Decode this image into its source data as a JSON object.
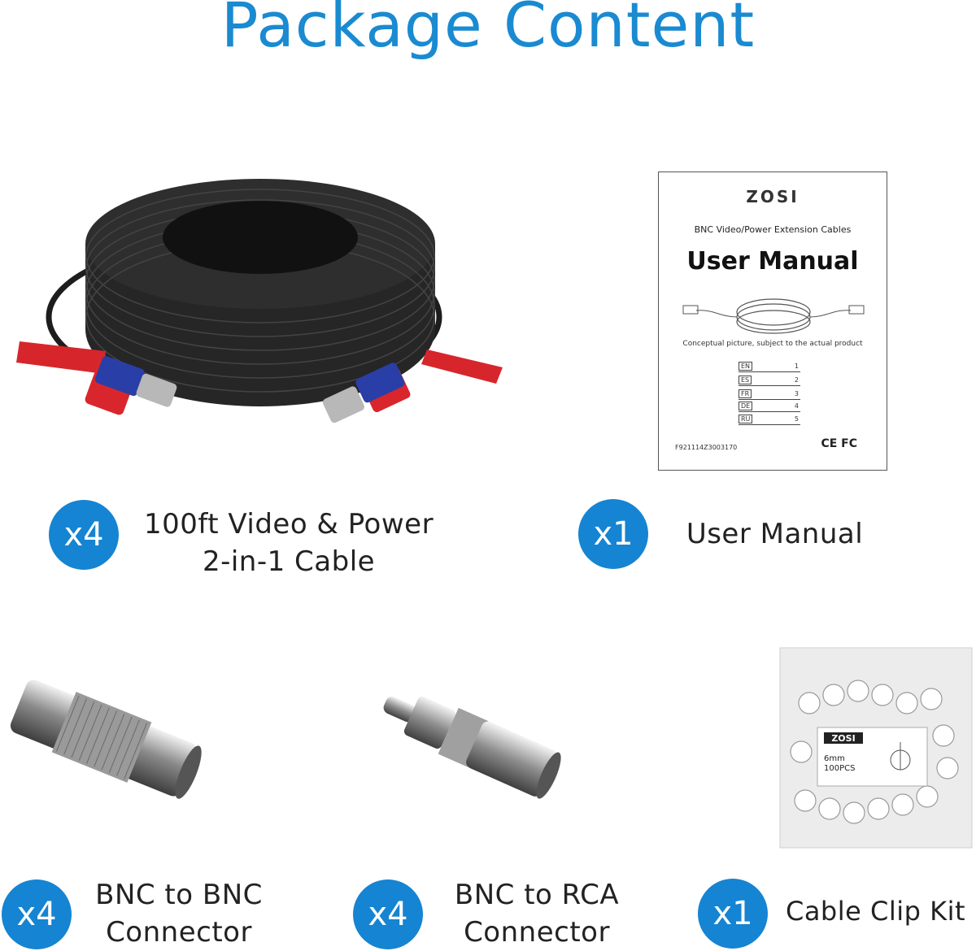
{
  "title": "Package Content",
  "items": [
    {
      "qty": "x4",
      "label_lines": [
        "100ft Video & Power",
        "2-in-1 Cable"
      ]
    },
    {
      "qty": "x1",
      "label_lines": [
        "User Manual"
      ]
    },
    {
      "qty": "x4",
      "label_lines": [
        "BNC to BNC",
        "Connector"
      ]
    },
    {
      "qty": "x4",
      "label_lines": [
        "BNC to RCA",
        "Connector"
      ]
    },
    {
      "qty": "x1",
      "label_lines": [
        "Cable Clip Kit"
      ]
    }
  ],
  "manual": {
    "brand": "ZOSI",
    "subtitle": "BNC Video/Power Extension Cables",
    "title": "User Manual",
    "note": "Conceptual picture, subject to the actual product",
    "languages": [
      {
        "code": "EN",
        "page": "1"
      },
      {
        "code": "ES",
        "page": "2"
      },
      {
        "code": "FR",
        "page": "3"
      },
      {
        "code": "DE",
        "page": "4"
      },
      {
        "code": "RU",
        "page": "5"
      }
    ],
    "code": "F921114Z3003170",
    "certs": "CE FC"
  },
  "clip_bag": {
    "brand": "ZOSI",
    "size": "6mm",
    "count": "100PCS"
  },
  "colors": {
    "accent": "#1584d2",
    "title": "#1a8ad1"
  }
}
